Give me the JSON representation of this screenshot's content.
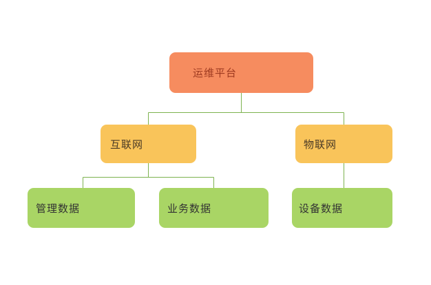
{
  "diagram": {
    "type": "tree",
    "nodes": {
      "root": {
        "label": "运维平台",
        "level": 1
      },
      "internet": {
        "label": "互联网",
        "level": 2,
        "parent": "root"
      },
      "iot": {
        "label": "物联网",
        "level": 2,
        "parent": "root"
      },
      "mgmt_data": {
        "label": "管理数据",
        "level": 3,
        "parent": "internet"
      },
      "biz_data": {
        "label": "业务数据",
        "level": 3,
        "parent": "internet"
      },
      "device_data": {
        "label": "设备数据",
        "level": 3,
        "parent": "iot"
      }
    },
    "colors": {
      "root_bg": "#f68c5f",
      "level2_bg": "#f9c45a",
      "level3_bg": "#a9d565",
      "root_text": "#9e3a20",
      "level2_text": "#4a3a25",
      "level3_text": "#333333",
      "connector": "#7cb24e",
      "background": "#ffffff"
    }
  }
}
